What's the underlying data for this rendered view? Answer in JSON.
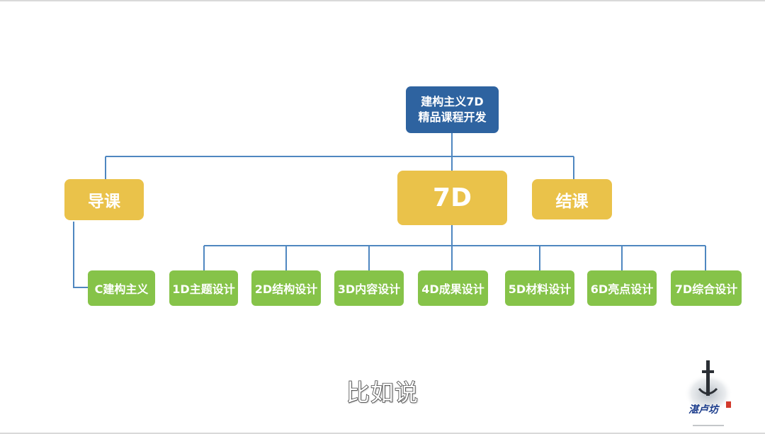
{
  "root": {
    "line1": "建构主义7D",
    "line2": "精品课程开发"
  },
  "level1": {
    "intro": "导课",
    "core": "7D",
    "closing": "结课"
  },
  "intro_child": "C建构主义",
  "dimensions": [
    "1D主题设计",
    "2D结构设计",
    "3D内容设计",
    "4D成果设计",
    "5D材料设计",
    "6D亮点设计",
    "7D综合设计"
  ],
  "subtitle": "比如说",
  "watermark": {
    "label": "湛卢坊"
  },
  "colors": {
    "root": "#2e63a0",
    "level1": "#eac24a",
    "leaf": "#86c349",
    "connector": "#4f87c0"
  }
}
